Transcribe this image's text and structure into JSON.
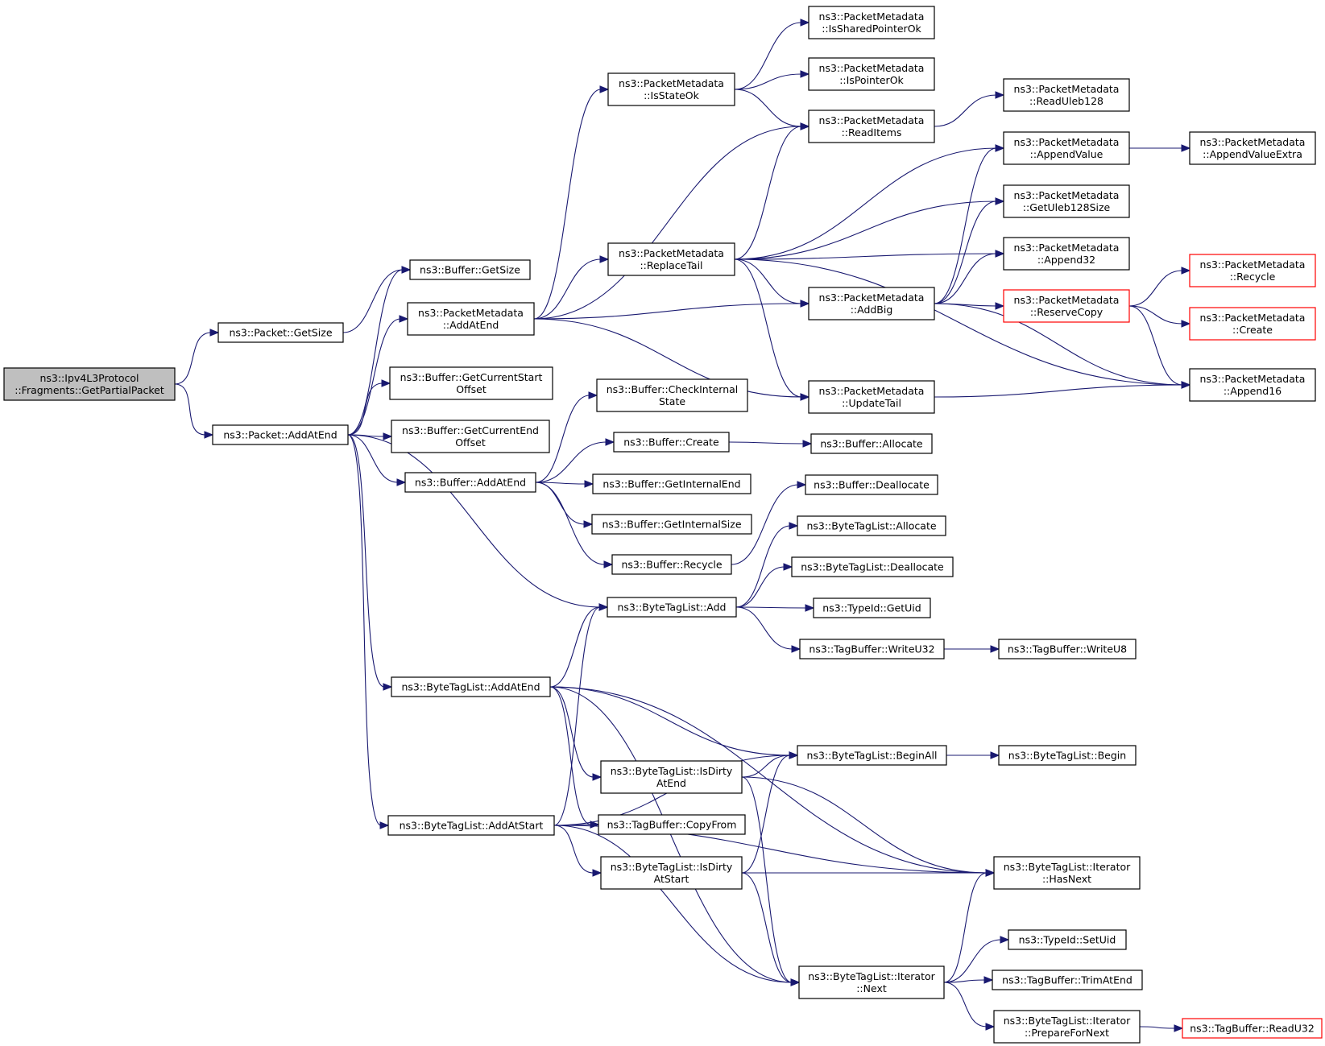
{
  "colors": {
    "edge": "#191970",
    "root_fill": "#bfbfbf",
    "truncated_border": "#ff0000",
    "node_border": "#000000"
  },
  "nodes": [
    {
      "id": "root",
      "lines": [
        "ns3::Ipv4L3Protocol",
        "::Fragments::GetPartialPacket"
      ],
      "style": "root"
    },
    {
      "id": "pkt_getsize",
      "lines": [
        "ns3::Packet::GetSize"
      ]
    },
    {
      "id": "pkt_addatend",
      "lines": [
        "ns3::Packet::AddAtEnd"
      ]
    },
    {
      "id": "buf_getsize",
      "lines": [
        "ns3::Buffer::GetSize"
      ]
    },
    {
      "id": "pm_addatend",
      "lines": [
        "ns3::PacketMetadata",
        "::AddAtEnd"
      ]
    },
    {
      "id": "buf_getcurstart",
      "lines": [
        "ns3::Buffer::GetCurrentStart",
        "Offset"
      ]
    },
    {
      "id": "buf_getcurend",
      "lines": [
        "ns3::Buffer::GetCurrentEnd",
        "Offset"
      ]
    },
    {
      "id": "buf_addatend",
      "lines": [
        "ns3::Buffer::AddAtEnd"
      ]
    },
    {
      "id": "btl_addatend",
      "lines": [
        "ns3::ByteTagList::AddAtEnd"
      ]
    },
    {
      "id": "btl_addatstart",
      "lines": [
        "ns3::ByteTagList::AddAtStart"
      ]
    },
    {
      "id": "pm_isstateok",
      "lines": [
        "ns3::PacketMetadata",
        "::IsStateOk"
      ]
    },
    {
      "id": "pm_replacetail",
      "lines": [
        "ns3::PacketMetadata",
        "::ReplaceTail"
      ]
    },
    {
      "id": "buf_checkinternal",
      "lines": [
        "ns3::Buffer::CheckInternal",
        "State"
      ]
    },
    {
      "id": "buf_create",
      "lines": [
        "ns3::Buffer::Create"
      ]
    },
    {
      "id": "buf_getinternalend",
      "lines": [
        "ns3::Buffer::GetInternalEnd"
      ]
    },
    {
      "id": "buf_getinternalsize",
      "lines": [
        "ns3::Buffer::GetInternalSize"
      ]
    },
    {
      "id": "buf_recycle",
      "lines": [
        "ns3::Buffer::Recycle"
      ]
    },
    {
      "id": "btl_add",
      "lines": [
        "ns3::ByteTagList::Add"
      ]
    },
    {
      "id": "btl_isdirtyatend",
      "lines": [
        "ns3::ByteTagList::IsDirty",
        "AtEnd"
      ]
    },
    {
      "id": "tb_copyfrom",
      "lines": [
        "ns3::TagBuffer::CopyFrom"
      ]
    },
    {
      "id": "btl_isdirtyatstart",
      "lines": [
        "ns3::ByteTagList::IsDirty",
        "AtStart"
      ]
    },
    {
      "id": "pm_issharedptrok",
      "lines": [
        "ns3::PacketMetadata",
        "::IsSharedPointerOk"
      ]
    },
    {
      "id": "pm_isptrok",
      "lines": [
        "ns3::PacketMetadata",
        "::IsPointerOk"
      ]
    },
    {
      "id": "pm_readitems",
      "lines": [
        "ns3::PacketMetadata",
        "::ReadItems"
      ]
    },
    {
      "id": "pm_addbig",
      "lines": [
        "ns3::PacketMetadata",
        "::AddBig"
      ]
    },
    {
      "id": "pm_updatetail",
      "lines": [
        "ns3::PacketMetadata",
        "::UpdateTail"
      ]
    },
    {
      "id": "buf_allocate",
      "lines": [
        "ns3::Buffer::Allocate"
      ]
    },
    {
      "id": "buf_deallocate",
      "lines": [
        "ns3::Buffer::Deallocate"
      ]
    },
    {
      "id": "btl_allocate",
      "lines": [
        "ns3::ByteTagList::Allocate"
      ]
    },
    {
      "id": "btl_deallocate",
      "lines": [
        "ns3::ByteTagList::Deallocate"
      ]
    },
    {
      "id": "typeid_getuid",
      "lines": [
        "ns3::TypeId::GetUid"
      ]
    },
    {
      "id": "tb_writeu32",
      "lines": [
        "ns3::TagBuffer::WriteU32"
      ]
    },
    {
      "id": "btl_beginall",
      "lines": [
        "ns3::ByteTagList::BeginAll"
      ]
    },
    {
      "id": "btl_it_next",
      "lines": [
        "ns3::ByteTagList::Iterator",
        "::Next"
      ]
    },
    {
      "id": "pm_readuleb",
      "lines": [
        "ns3::PacketMetadata",
        "::ReadUleb128"
      ]
    },
    {
      "id": "pm_appendvalue",
      "lines": [
        "ns3::PacketMetadata",
        "::AppendValue"
      ]
    },
    {
      "id": "pm_getuleb",
      "lines": [
        "ns3::PacketMetadata",
        "::GetUleb128Size"
      ]
    },
    {
      "id": "pm_append32",
      "lines": [
        "ns3::PacketMetadata",
        "::Append32"
      ]
    },
    {
      "id": "pm_reservecopy",
      "lines": [
        "ns3::PacketMetadata",
        "::ReserveCopy"
      ],
      "style": "truncated"
    },
    {
      "id": "tb_writeu8",
      "lines": [
        "ns3::TagBuffer::WriteU8"
      ]
    },
    {
      "id": "btl_begin",
      "lines": [
        "ns3::ByteTagList::Begin"
      ]
    },
    {
      "id": "btl_it_hasnext",
      "lines": [
        "ns3::ByteTagList::Iterator",
        "::HasNext"
      ]
    },
    {
      "id": "typeid_setuid",
      "lines": [
        "ns3::TypeId::SetUid"
      ]
    },
    {
      "id": "tb_trimatend",
      "lines": [
        "ns3::TagBuffer::TrimAtEnd"
      ]
    },
    {
      "id": "btl_it_prepare",
      "lines": [
        "ns3::ByteTagList::Iterator",
        "::PrepareForNext"
      ]
    },
    {
      "id": "pm_appendvalueextra",
      "lines": [
        "ns3::PacketMetadata",
        "::AppendValueExtra"
      ]
    },
    {
      "id": "pm_recycle",
      "lines": [
        "ns3::PacketMetadata",
        "::Recycle"
      ],
      "style": "truncated"
    },
    {
      "id": "pm_create",
      "lines": [
        "ns3::PacketMetadata",
        "::Create"
      ],
      "style": "truncated"
    },
    {
      "id": "pm_append16",
      "lines": [
        "ns3::PacketMetadata",
        "::Append16"
      ]
    },
    {
      "id": "tb_readu32",
      "lines": [
        "ns3::TagBuffer::ReadU32"
      ],
      "style": "truncated"
    }
  ],
  "edges": [
    [
      "root",
      "pkt_getsize"
    ],
    [
      "root",
      "pkt_addatend"
    ],
    [
      "pkt_getsize",
      "buf_getsize"
    ],
    [
      "pkt_addatend",
      "buf_getsize"
    ],
    [
      "pkt_addatend",
      "pm_addatend"
    ],
    [
      "pkt_addatend",
      "buf_getcurstart"
    ],
    [
      "pkt_addatend",
      "buf_getcurend"
    ],
    [
      "pkt_addatend",
      "buf_addatend"
    ],
    [
      "pkt_addatend",
      "btl_add"
    ],
    [
      "pkt_addatend",
      "btl_addatend"
    ],
    [
      "pkt_addatend",
      "btl_addatstart"
    ],
    [
      "pm_addatend",
      "pm_isstateok"
    ],
    [
      "pm_addatend",
      "pm_readitems"
    ],
    [
      "pm_addatend",
      "pm_replacetail"
    ],
    [
      "pm_addatend",
      "pm_addbig"
    ],
    [
      "pm_addatend",
      "pm_updatetail"
    ],
    [
      "pm_isstateok",
      "pm_issharedptrok"
    ],
    [
      "pm_isstateok",
      "pm_isptrok"
    ],
    [
      "pm_isstateok",
      "pm_readitems"
    ],
    [
      "pm_readitems",
      "pm_readuleb"
    ],
    [
      "pm_replacetail",
      "pm_readitems"
    ],
    [
      "pm_replacetail",
      "pm_appendvalue"
    ],
    [
      "pm_replacetail",
      "pm_getuleb"
    ],
    [
      "pm_replacetail",
      "pm_append32"
    ],
    [
      "pm_replacetail",
      "pm_addbig"
    ],
    [
      "pm_replacetail",
      "pm_updatetail"
    ],
    [
      "pm_replacetail",
      "pm_append16"
    ],
    [
      "pm_addbig",
      "pm_appendvalue"
    ],
    [
      "pm_addbig",
      "pm_getuleb"
    ],
    [
      "pm_addbig",
      "pm_append32"
    ],
    [
      "pm_addbig",
      "pm_reservecopy"
    ],
    [
      "pm_addbig",
      "pm_append16"
    ],
    [
      "pm_appendvalue",
      "pm_appendvalueextra"
    ],
    [
      "pm_reservecopy",
      "pm_recycle"
    ],
    [
      "pm_reservecopy",
      "pm_create"
    ],
    [
      "pm_reservecopy",
      "pm_append16"
    ],
    [
      "pm_updatetail",
      "pm_append16"
    ],
    [
      "buf_addatend",
      "buf_checkinternal"
    ],
    [
      "buf_addatend",
      "buf_create"
    ],
    [
      "buf_addatend",
      "buf_getinternalend"
    ],
    [
      "buf_addatend",
      "buf_getinternalsize"
    ],
    [
      "buf_addatend",
      "buf_recycle"
    ],
    [
      "buf_create",
      "buf_allocate"
    ],
    [
      "buf_recycle",
      "buf_deallocate"
    ],
    [
      "btl_add",
      "btl_allocate"
    ],
    [
      "btl_add",
      "btl_deallocate"
    ],
    [
      "btl_add",
      "typeid_getuid"
    ],
    [
      "btl_add",
      "tb_writeu32"
    ],
    [
      "tb_writeu32",
      "tb_writeu8"
    ],
    [
      "btl_addatend",
      "btl_add"
    ],
    [
      "btl_addatend",
      "btl_isdirtyatend"
    ],
    [
      "btl_addatend",
      "btl_beginall"
    ],
    [
      "btl_addatend",
      "btl_it_hasnext"
    ],
    [
      "btl_addatend",
      "tb_copyfrom"
    ],
    [
      "btl_addatend",
      "btl_it_next"
    ],
    [
      "btl_addatstart",
      "btl_add"
    ],
    [
      "btl_addatstart",
      "btl_beginall"
    ],
    [
      "btl_addatstart",
      "tb_copyfrom"
    ],
    [
      "btl_addatstart",
      "btl_isdirtyatstart"
    ],
    [
      "btl_addatstart",
      "btl_it_hasnext"
    ],
    [
      "btl_addatstart",
      "btl_it_next"
    ],
    [
      "btl_isdirtyatend",
      "btl_beginall"
    ],
    [
      "btl_isdirtyatend",
      "btl_it_hasnext"
    ],
    [
      "btl_isdirtyatend",
      "btl_it_next"
    ],
    [
      "btl_isdirtyatstart",
      "btl_beginall"
    ],
    [
      "btl_isdirtyatstart",
      "btl_it_hasnext"
    ],
    [
      "btl_isdirtyatstart",
      "btl_it_next"
    ],
    [
      "btl_beginall",
      "btl_begin"
    ],
    [
      "btl_it_next",
      "btl_it_hasnext"
    ],
    [
      "btl_it_next",
      "typeid_setuid"
    ],
    [
      "btl_it_next",
      "tb_trimatend"
    ],
    [
      "btl_it_next",
      "btl_it_prepare"
    ],
    [
      "btl_it_prepare",
      "tb_readu32"
    ]
  ]
}
